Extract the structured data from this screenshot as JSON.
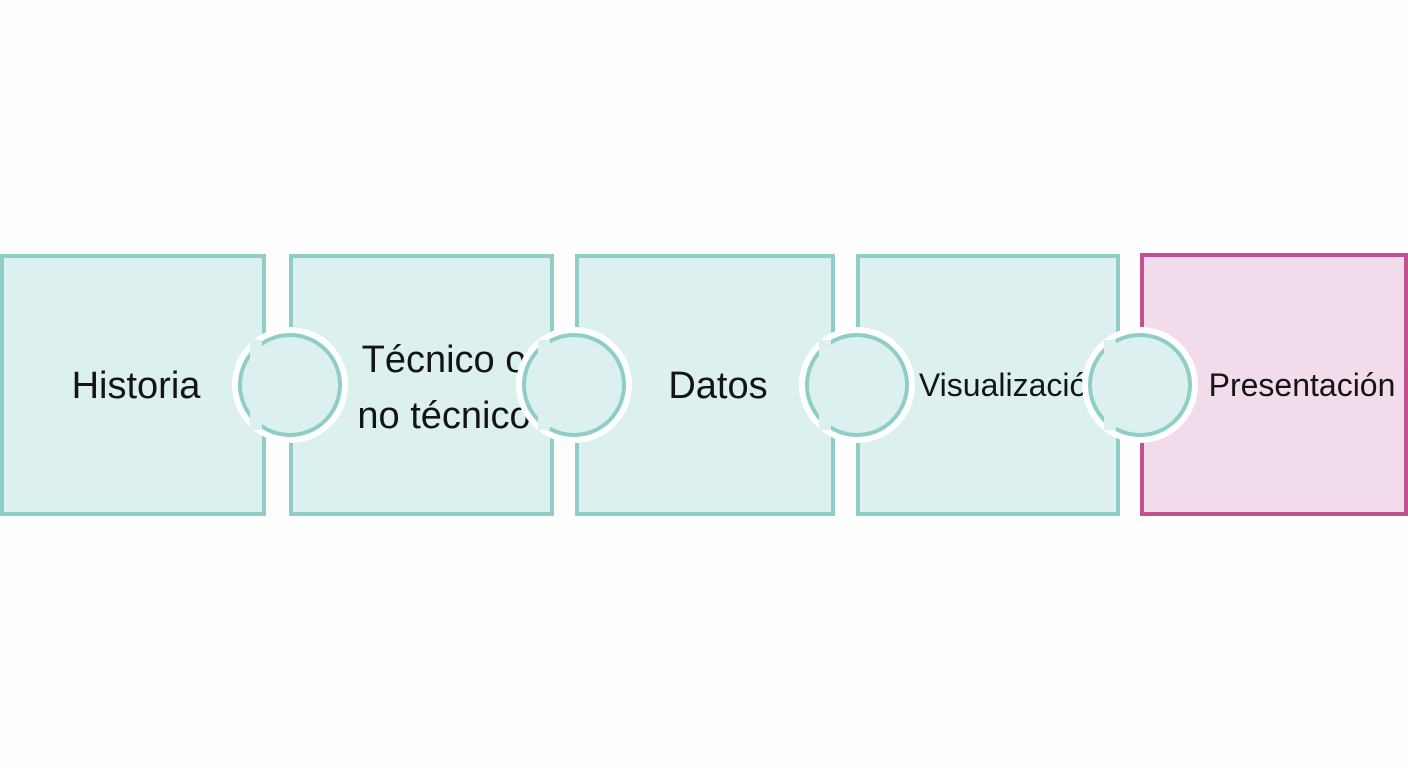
{
  "diagram": {
    "pieces": [
      {
        "id": "historia",
        "lines": [
          "Historia"
        ],
        "highlight": false
      },
      {
        "id": "tecnico",
        "lines": [
          "Técnico o",
          "no técnico"
        ],
        "highlight": false
      },
      {
        "id": "datos",
        "lines": [
          "Datos"
        ],
        "highlight": false
      },
      {
        "id": "visualizacion",
        "lines": [
          "Visualización"
        ],
        "highlight": false
      },
      {
        "id": "presentacion",
        "lines": [
          "Presentación"
        ],
        "highlight": true
      }
    ]
  },
  "colors": {
    "teal_fill": "#dcf0f0",
    "teal_stroke": "#8fcdc9",
    "pink_fill": "#f2dcec",
    "pink_stroke": "#c0508f",
    "gap": "#ffffff",
    "text": "#141414"
  }
}
